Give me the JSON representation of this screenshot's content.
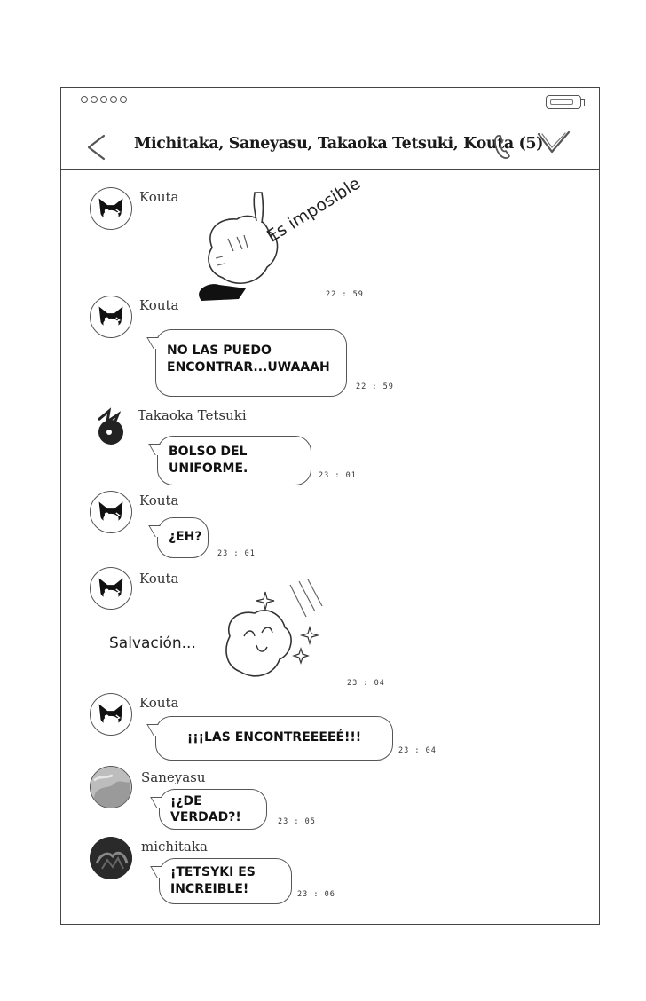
{
  "header": {
    "title": "Michitaka, Saneyasu, Takaoka Tetsuki, Kouta (5)"
  },
  "messages": [
    {
      "sender": "Kouta",
      "caption": "Es imposible",
      "time": "22 : 59"
    },
    {
      "sender": "Kouta",
      "line1": "NO LAS PUEDO",
      "line2": "ENCONTRAR...UWAAAH",
      "time": "22 : 59"
    },
    {
      "sender": "Takaoka Tetsuki",
      "line1": "BOLSO DEL",
      "line2": "UNIFORME.",
      "time": "23 : 01"
    },
    {
      "sender": "Kouta",
      "line1": "¿EH?",
      "time": "23 : 01"
    },
    {
      "sender": "Kouta",
      "caption": "Salvación...",
      "time": "23 : 04"
    },
    {
      "sender": "Kouta",
      "line1": "¡¡¡LAS ENCONTREEEEÉ!!!",
      "time": "23 : 04"
    },
    {
      "sender": "Saneyasu",
      "line1": "¡¿DE",
      "line2": "VERDAD?!",
      "time": "23 : 05"
    },
    {
      "sender": "michitaka",
      "line1": "¡TETSYKI ES",
      "line2": "INCREIBLE!",
      "time": "23 : 06"
    }
  ],
  "icons": {
    "back": "chevron-left-icon",
    "call": "phone-icon",
    "menu": "chevron-down-icon",
    "battery": "battery-icon",
    "signal": "signal-dots-icon"
  }
}
